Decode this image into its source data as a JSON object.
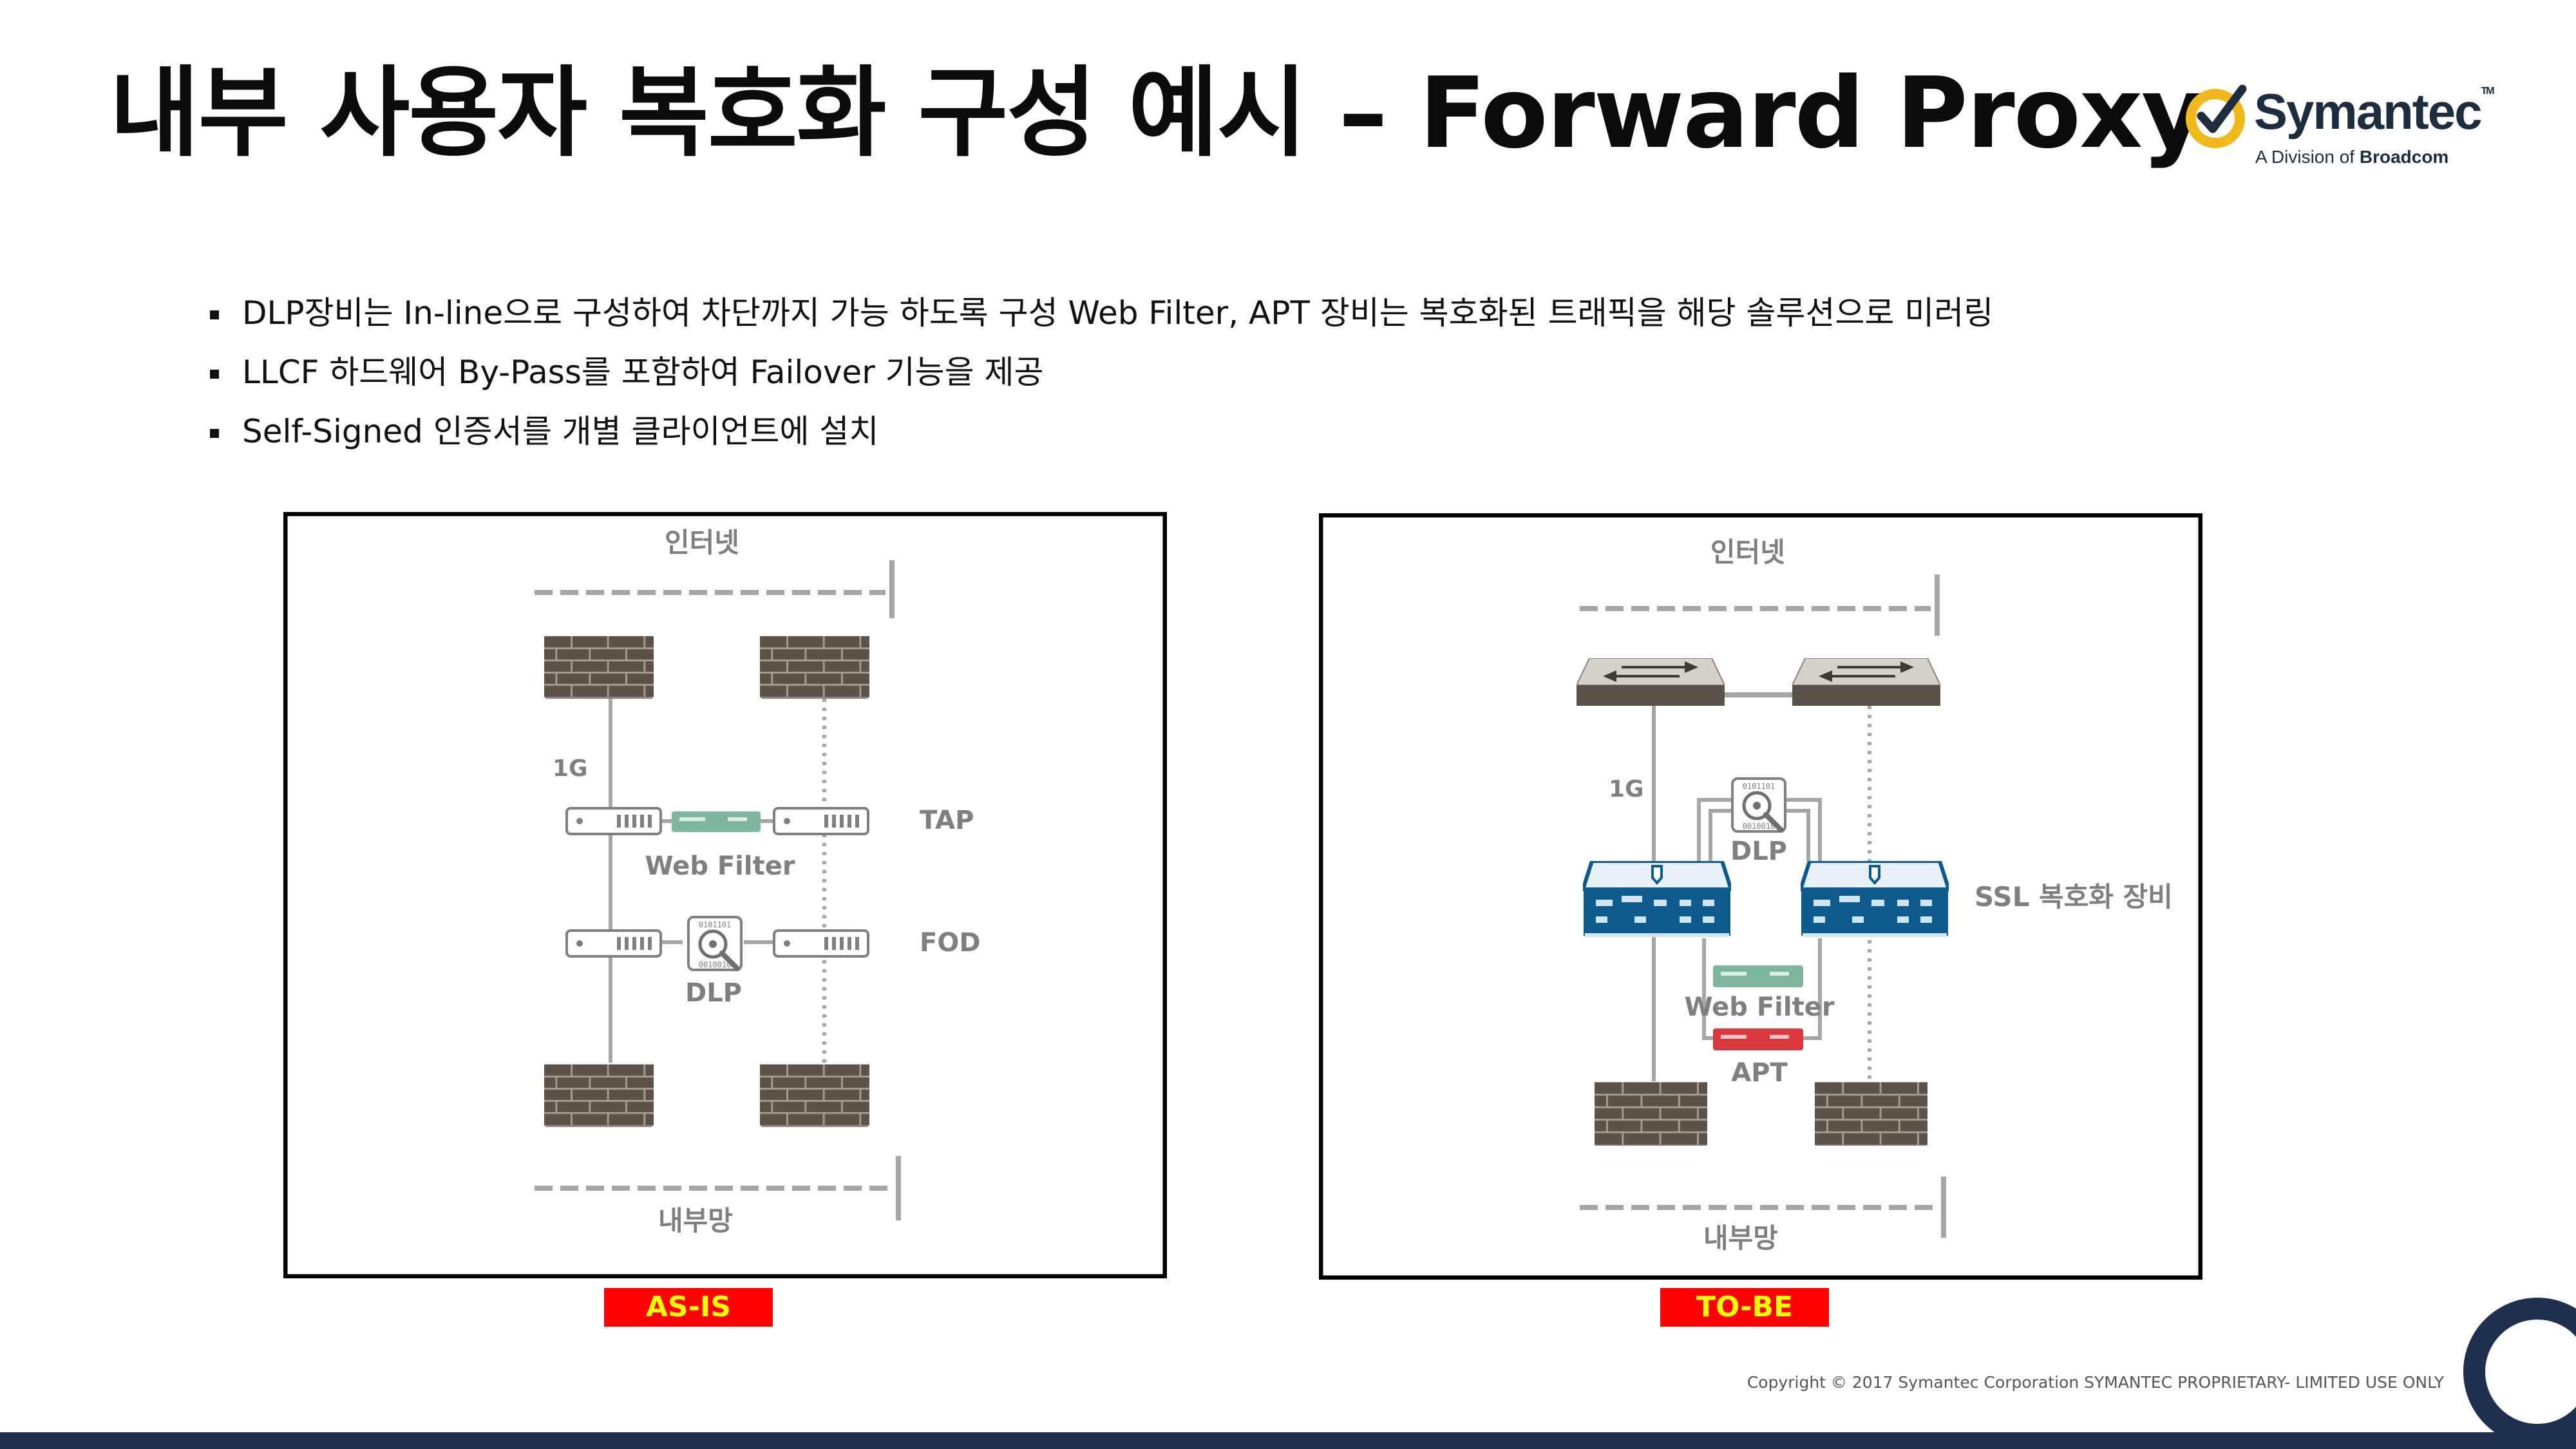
{
  "slide": {
    "title": "내부 사용자 복호화 구성 예시 – Forward Proxy",
    "logo": {
      "wordmark": "Symantec",
      "tm": "TM",
      "subtitle_prefix": "A Division of ",
      "subtitle_brand": "Broadcom",
      "icon": "symantec-checkmark-seal-icon"
    },
    "bullets": [
      "DLP장비는 In-line으로 구성하여 차단까지 가능 하도록 구성 Web Filter, APT 장비는 복호화된 트래픽을 해당 솔루션으로 미러링",
      "LLCF 하드웨어 By-Pass를 포함하여 Failover 기능을 제공",
      "Self-Signed 인증서를 개별 클라이언트에 설치"
    ],
    "copyright": "Copyright © 2017 Symantec Corporation SYMANTEC PROPRIETARY- LIMITED USE ONLY"
  },
  "as_is": {
    "tag": "AS-IS",
    "internet": "인터넷",
    "internal": "내부망",
    "link_speed": "1G",
    "tap": "TAP",
    "fod": "FOD",
    "web_filter": "Web Filter",
    "dlp": "DLP"
  },
  "to_be": {
    "tag": "TO-BE",
    "internet": "인터넷",
    "internal": "내부망",
    "link_speed": "1G",
    "dlp": "DLP",
    "ssl_device": "SSL 복호화 장비",
    "web_filter": "Web Filter",
    "apt": "APT"
  },
  "colors": {
    "firewall": "#5b5249",
    "diagram_text": "#7f7f7f",
    "ssl_device": "#0f5a8c",
    "web_filter_device": "#7fb6a0",
    "apt_device": "#d9383f",
    "tag_background": "#ff0000",
    "tag_text": "#ffff00",
    "footer": "#1e3050"
  }
}
